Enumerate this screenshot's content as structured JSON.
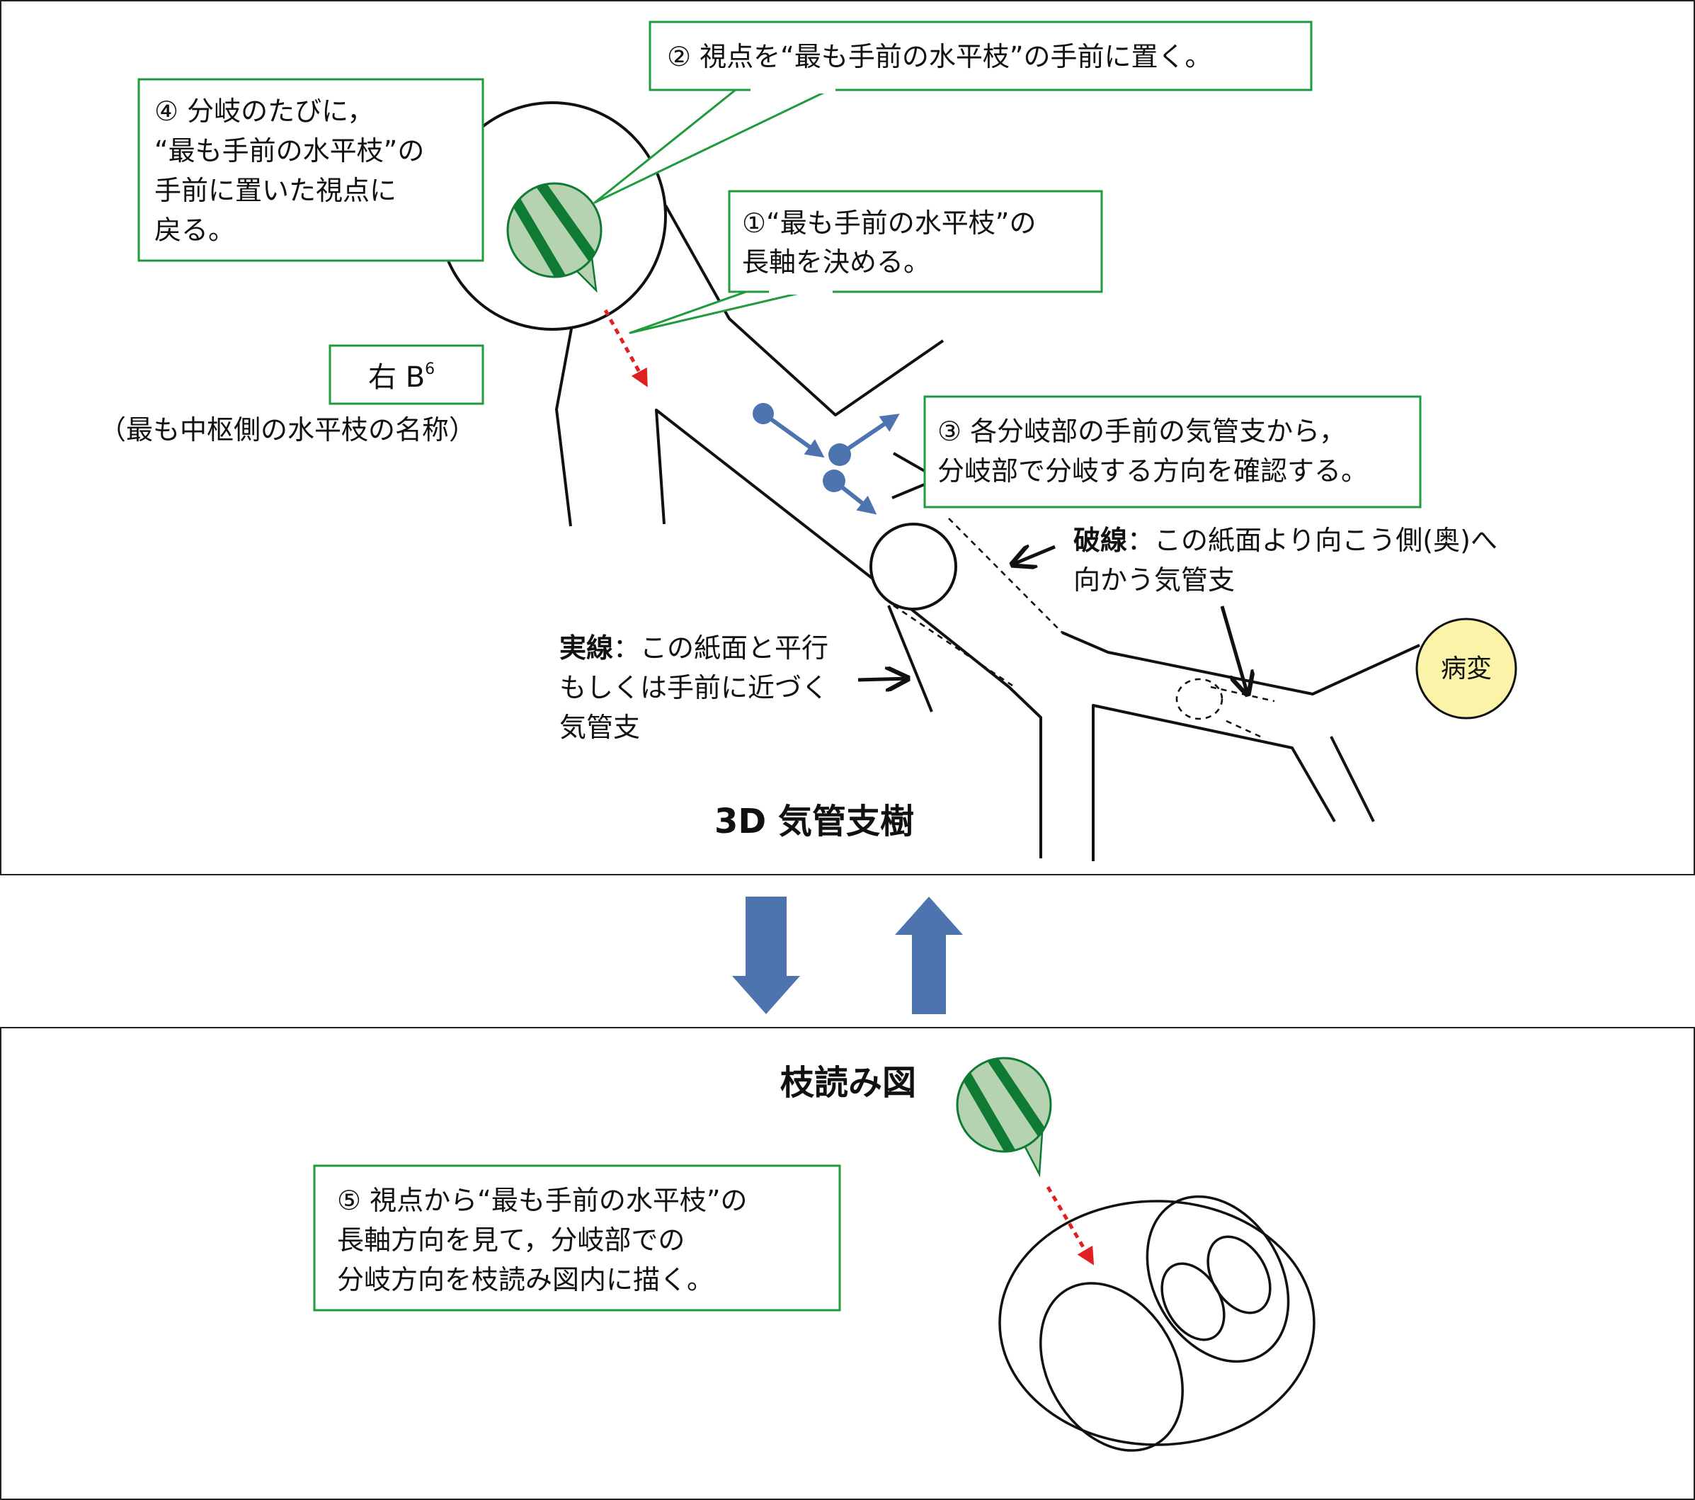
{
  "tree_panel": {
    "title": "3D 気管支樹",
    "step1": [
      "①“最も手前の水平枝”の",
      "長軸を決める。"
    ],
    "step2": "② 視点を“最も手前の水平枝”の手前に置く。",
    "step3": [
      "③ 各分岐部の手前の気管支から，",
      "分岐部で分岐する方向を確認する。"
    ],
    "step4": [
      "④ 分岐のたびに，",
      "“最も手前の水平枝”の",
      "手前に置いた視点に",
      "戻る。"
    ],
    "branch_label": "右 B",
    "branch_sup": "6",
    "branch_note": "（最も中枢側の水平枝の名称）",
    "dashed_term": "破線",
    "dashed_desc": [
      "：この紙面より向こう側(奥)へ",
      "向かう気管支"
    ],
    "solid_term": "実線",
    "solid_desc": [
      "：この紙面と平行",
      "もしくは手前に近づく",
      "気管支"
    ],
    "lesion": "病変"
  },
  "branch_panel": {
    "title": "枝読み図",
    "step5": [
      "⑤ 視点から“最も手前の水平枝”の",
      "長軸方向を見て，分岐部での",
      "分岐方向を枝読み図内に描く。"
    ]
  },
  "colors": {
    "callout_border": "#1f9a3c",
    "eye_fill": "#b5d3b1",
    "eye_stripe": "#0e7a33",
    "red_arrow": "#e02020",
    "blue_arrow": "#4e74b0",
    "lesion_fill": "#faf3a8"
  },
  "icons": [
    "eye-viewpoint-icon",
    "red-dotted-arrow-icon",
    "blue-arrow-icon"
  ]
}
